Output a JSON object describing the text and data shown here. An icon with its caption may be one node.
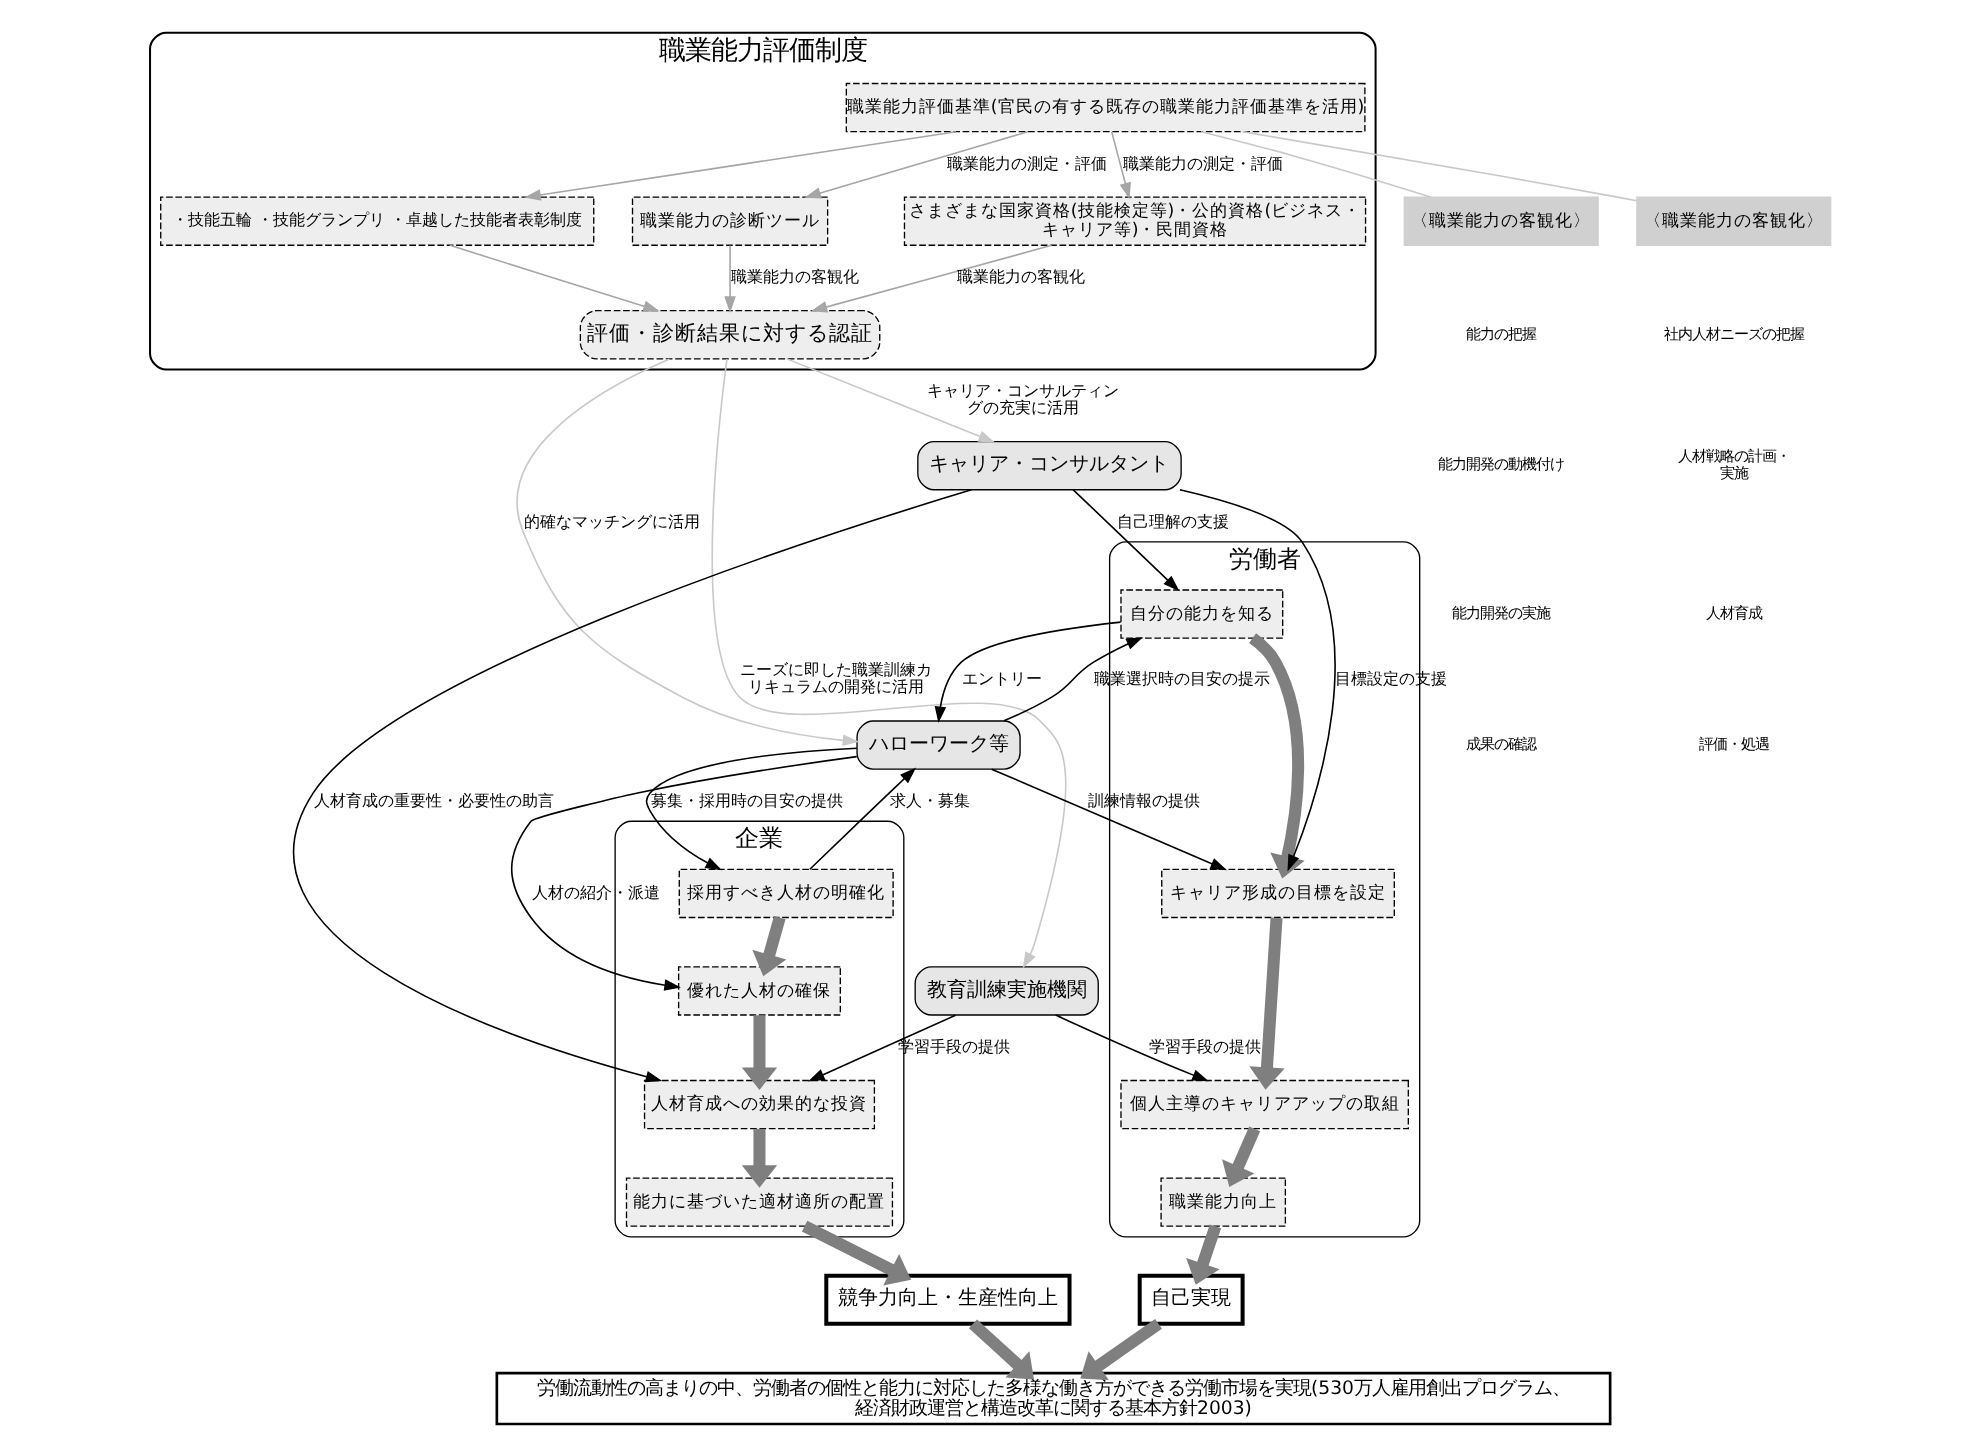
{
  "diagram": {
    "nodes": [
      {
        "text": [
          "職業能力評価制度"
        ]
      },
      {
        "text": [
          "職業能力評価基準(官民の有する既存の職業能力評価基準を活用)"
        ],
        "in": 0
      },
      {
        "text": [
          "職業能力の診断ツール"
        ],
        "in": 0
      },
      {
        "text": [
          "さまざまな国家資格(技能検定等)・公的資格(ビジネス・キャリア等)・民間資格"
        ],
        "in": 0
      },
      {
        "text": [
          "・技能五輪 ・技能グランプリ ・卓越した技能者表彰制度"
        ],
        "in": 0
      },
      {
        "text": [
          "評価・診断結果に対する認証"
        ],
        "in": 0
      },
      {
        "text": [
          "労働者"
        ]
      },
      {
        "text": [
          "自分の能力を知る"
        ],
        "in": 6
      },
      {
        "text": [
          "キャリア形成の目標を設定"
        ],
        "in": 6
      },
      {
        "text": [
          "個人主導のキャリアアップの取組"
        ],
        "in": 6
      },
      {
        "text": [
          "職業能力向上"
        ],
        "in": 6
      },
      {
        "text": [
          "キャリア・コンサルタント"
        ]
      },
      {
        "text": [
          "ハローワーク等"
        ]
      },
      {
        "text": [
          "教育訓練実施機関"
        ]
      },
      {
        "text": [
          "企業"
        ]
      },
      {
        "text": [
          "採用すべき人材の明確化"
        ],
        "in": 14
      },
      {
        "text": [
          "優れた人材の確保"
        ],
        "in": 14
      },
      {
        "text": [
          "人材育成への効果的な投資"
        ],
        "in": 14
      },
      {
        "text": [
          "能力に基づいた適材適所の配置"
        ],
        "in": 14
      },
      {
        "text": [
          "自己実現"
        ]
      },
      {
        "text": [
          "競争力向上・生産性向上"
        ]
      },
      {
        "text": [
          "労働流動性の高まりの中、労働者の個性と能力に対応した多様な働き方ができる労働市場を実現(530万人雇用創出プログラム、経済財政運営と構造改革に関する基本方針2003)"
        ]
      },
      {
        "text": [
          "〈職業能力の客観化〉"
        ]
      },
      {
        "text": [
          "〈職業能力の客観化〉"
        ]
      }
    ],
    "edges": [
      {
        "from": 1,
        "to": 2,
        "arrow": "to",
        "label": "職業能力の測定・評価",
        "color": "#a6a6a6"
      },
      {
        "from": 1,
        "to": 3,
        "arrow": "to",
        "label": "職業能力の測定・評価",
        "color": "#a6a6a6"
      },
      {
        "from": 1,
        "to": 4,
        "arrow": "to",
        "color": "#a6a6a6"
      },
      {
        "from": 2,
        "to": 5,
        "arrow": "to",
        "label": "職業能力の客観化",
        "color": "#a6a6a6"
      },
      {
        "from": 3,
        "to": 5,
        "arrow": "to",
        "label": "職業能力の客観化",
        "color": "#a6a6a6"
      },
      {
        "from": 4,
        "to": 5,
        "arrow": "to",
        "color": "#a6a6a6"
      },
      {
        "from": 1,
        "to": 22,
        "arrow": "none",
        "color": "#c8c8c8"
      },
      {
        "from": 1,
        "to": 23,
        "arrow": "none",
        "color": "#c8c8c8"
      },
      {
        "from": 5,
        "to": 11,
        "arrow": "to",
        "label": "キャリア・コンサルティングの充実に活用",
        "color": "#c8c8c8"
      },
      {
        "from": 5,
        "to": 12,
        "arrow": "to",
        "label": "的確なマッチングに活用",
        "color": "#c8c8c8"
      },
      {
        "from": 5,
        "to": 13,
        "arrow": "to",
        "label": "ニーズに即した職業訓練カリキュラムの開発に活用",
        "color": "#c8c8c8"
      },
      {
        "from": 7,
        "to": 8,
        "arrow": "to",
        "style": "thick",
        "color": "#7f7f7f"
      },
      {
        "from": 8,
        "to": 9,
        "arrow": "to",
        "style": "thick",
        "color": "#7f7f7f"
      },
      {
        "from": 9,
        "to": 10,
        "arrow": "to",
        "style": "thick",
        "color": "#7f7f7f"
      },
      {
        "from": 15,
        "to": 16,
        "arrow": "to",
        "style": "thick",
        "color": "#7f7f7f"
      },
      {
        "from": 16,
        "to": 17,
        "arrow": "to",
        "style": "thick",
        "color": "#7f7f7f"
      },
      {
        "from": 17,
        "to": 18,
        "arrow": "to",
        "style": "thick",
        "color": "#7f7f7f"
      },
      {
        "from": 11,
        "to": 7,
        "arrow": "to",
        "label": "自己理解の支援"
      },
      {
        "from": 11,
        "to": 8,
        "arrow": "to",
        "label": "目標設定の支援"
      },
      {
        "from": 12,
        "to": 7,
        "arrow": "to",
        "label": "職業選択時の目安の提示"
      },
      {
        "from": 7,
        "to": 12,
        "arrow": "to",
        "label": "エントリー"
      },
      {
        "from": 12,
        "to": 8,
        "arrow": "to",
        "label": "訓練情報の提供"
      },
      {
        "from": 13,
        "to": 9,
        "arrow": "to",
        "label": "学習手段の提供"
      },
      {
        "from": 12,
        "to": 15,
        "arrow": "to",
        "label": "募集・採用時の目安の提供"
      },
      {
        "from": 15,
        "to": 12,
        "arrow": "to",
        "label": "求人・募集"
      },
      {
        "from": 12,
        "to": 16,
        "arrow": "to",
        "label": "人材の紹介・派遣"
      },
      {
        "from": 11,
        "to": 17,
        "arrow": "to",
        "label": "人材育成の重要性・必要性の助言"
      },
      {
        "from": 13,
        "to": 17,
        "arrow": "to",
        "label": "学習手段の提供"
      },
      {
        "from": 10,
        "to": 19,
        "arrow": "to",
        "style": "thick",
        "color": "#7f7f7f"
      },
      {
        "from": 18,
        "to": 20,
        "arrow": "to",
        "style": "thick",
        "color": "#7f7f7f"
      },
      {
        "from": 19,
        "to": 21,
        "arrow": "to",
        "style": "thick",
        "color": "#7f7f7f"
      },
      {
        "from": 20,
        "to": 21,
        "arrow": "to",
        "style": "thick",
        "color": "#7f7f7f"
      }
    ],
    "labels": [
      "能力の把握",
      "能力開発の動機付け",
      "能力開発の実施",
      "成果の確認",
      "社内人材ニーズの把握",
      "人材戦略の計画・実施",
      "人材育成",
      "評価・処遇"
    ]
  }
}
